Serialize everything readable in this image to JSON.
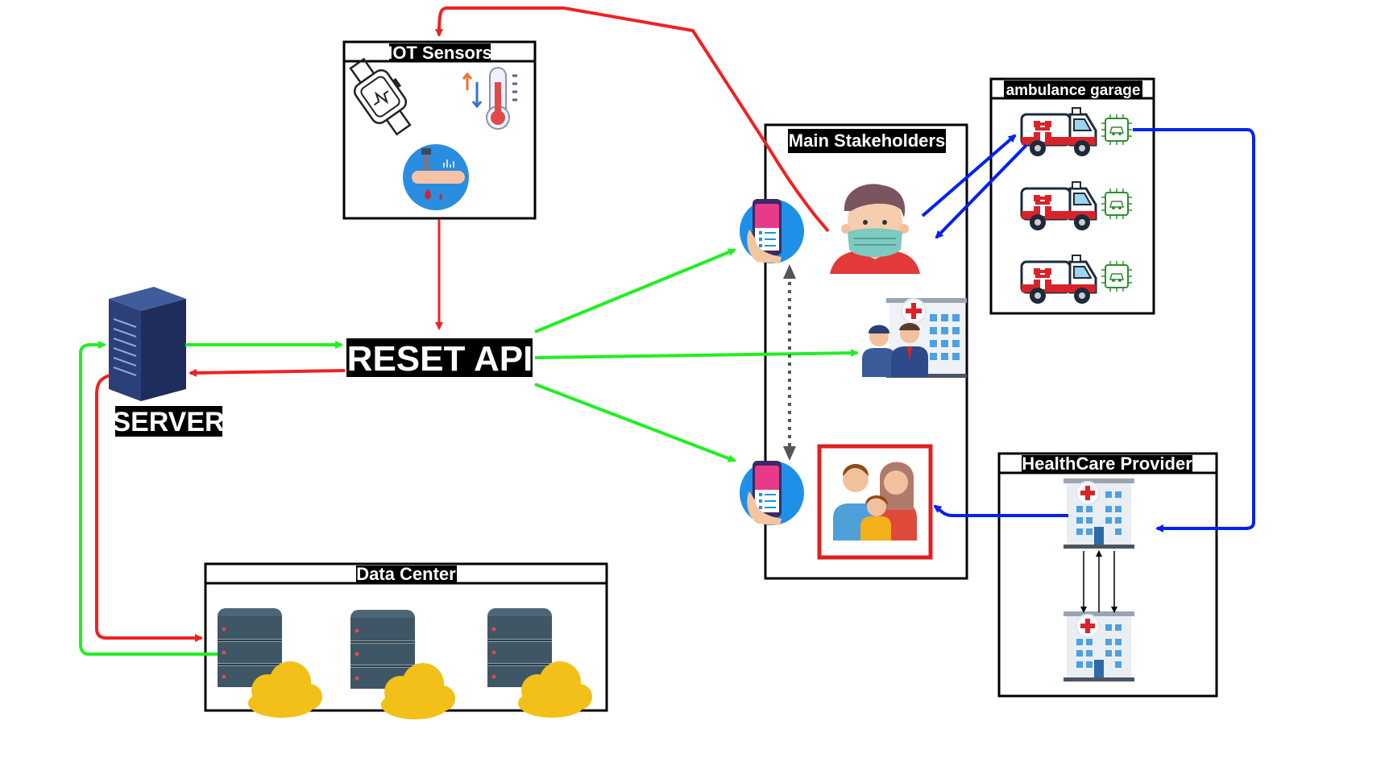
{
  "labels": {
    "iot_sensors": "IOT Sensors",
    "main_stakeholders": "Main Stakeholders",
    "ambulance_garage": "ambulance garage",
    "healthcare_provider": "HealthCare Provider",
    "data_center": "Data Center",
    "reset_api": "RESET API",
    "server": "SERVER"
  },
  "icons": {
    "smartwatch": "smartwatch-icon",
    "thermometer": "thermometer-icon",
    "glucose_sensor": "glucose-sensor-icon",
    "server": "server-rack-icon",
    "phone_app": "mobile-app-icon",
    "patient": "masked-patient-icon",
    "hospital_staff": "hospital-staff-icon",
    "family": "family-icon",
    "ambulance": "ambulance-icon",
    "iot_chip": "iot-chip-icon",
    "hospital": "hospital-building-icon",
    "database_cloud": "database-cloud-icon"
  },
  "colors": {
    "sensor_flow": "#ee2222",
    "api_flow": "#22ee22",
    "ambulance_flow": "#0022ee",
    "peer_link": "#555555",
    "highlight": "#e02020"
  }
}
